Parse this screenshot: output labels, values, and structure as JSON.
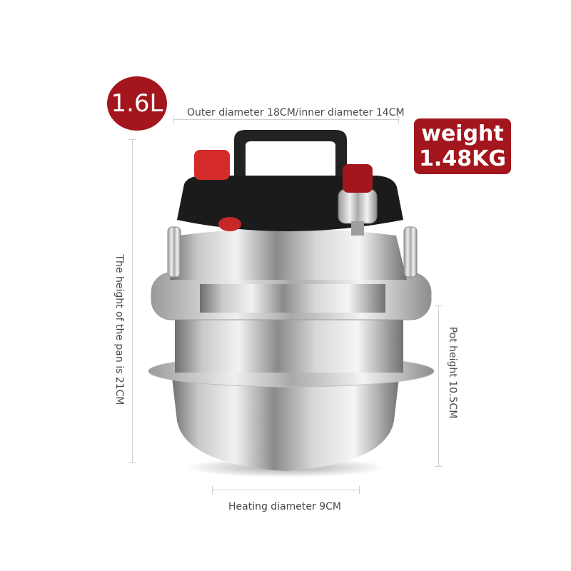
{
  "capacity_badge": "1.6L",
  "weight_badge": {
    "line1": "weight",
    "line2": "1.48KG"
  },
  "dimensions": {
    "outer": "Outer diameter 18CM/inner diameter 14CM",
    "pan_height": "The height of the pan is 21CM",
    "pot_height": "Pot height 10.5CM",
    "heating": "Heating diameter 9CM"
  },
  "colors": {
    "badge_red": "#a3161d",
    "accent_red": "#d42a2a",
    "lid_black": "#1b1b1b"
  }
}
